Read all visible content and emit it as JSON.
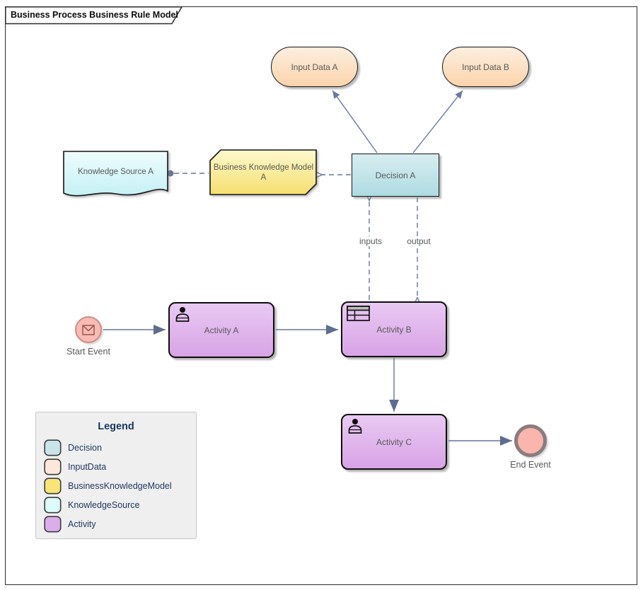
{
  "title_tab": {
    "label": "Business Process Business Rule Model"
  },
  "nodes": {
    "input_data_a": {
      "label": "Input Data A",
      "fill": "#fbd9b6"
    },
    "input_data_b": {
      "label": "Input Data B",
      "fill": "#fbd9b6"
    },
    "knowledge_source_a": {
      "label": "Knowledge Source A",
      "fill": "#d2f5f8"
    },
    "business_knowledge_model_a": {
      "label": "Business Knowledge Model A",
      "fill": "#f8e586"
    },
    "decision_a": {
      "label": "Decision A",
      "fill": "#bfe2e8"
    },
    "activity_a": {
      "label": "Activity A",
      "fill": "#ddaeea"
    },
    "activity_b": {
      "label": "Activity B",
      "fill": "#ddaeea"
    },
    "activity_c": {
      "label": "Activity C",
      "fill": "#ddaeea"
    }
  },
  "events": {
    "start": {
      "label": "Start Event",
      "fill": "#f8bcb4",
      "border": "#cf8d85"
    },
    "end": {
      "label": "End Event",
      "fill": "#fab5ac",
      "border": "#8b7d7f"
    }
  },
  "connectors": {
    "inputs_label": "inputs",
    "output_label": "output",
    "line_color": "#66779b"
  },
  "legend": {
    "title": "Legend",
    "items": [
      {
        "label": "Decision",
        "color": "#c9e5ea"
      },
      {
        "label": "InputData",
        "color": "#fce8d8"
      },
      {
        "label": "BusinessKnowledgeModel",
        "color": "#f9e478"
      },
      {
        "label": "KnowledgeSource",
        "color": "#dcfafa"
      },
      {
        "label": "Activity",
        "color": "#dcaceb"
      }
    ]
  }
}
